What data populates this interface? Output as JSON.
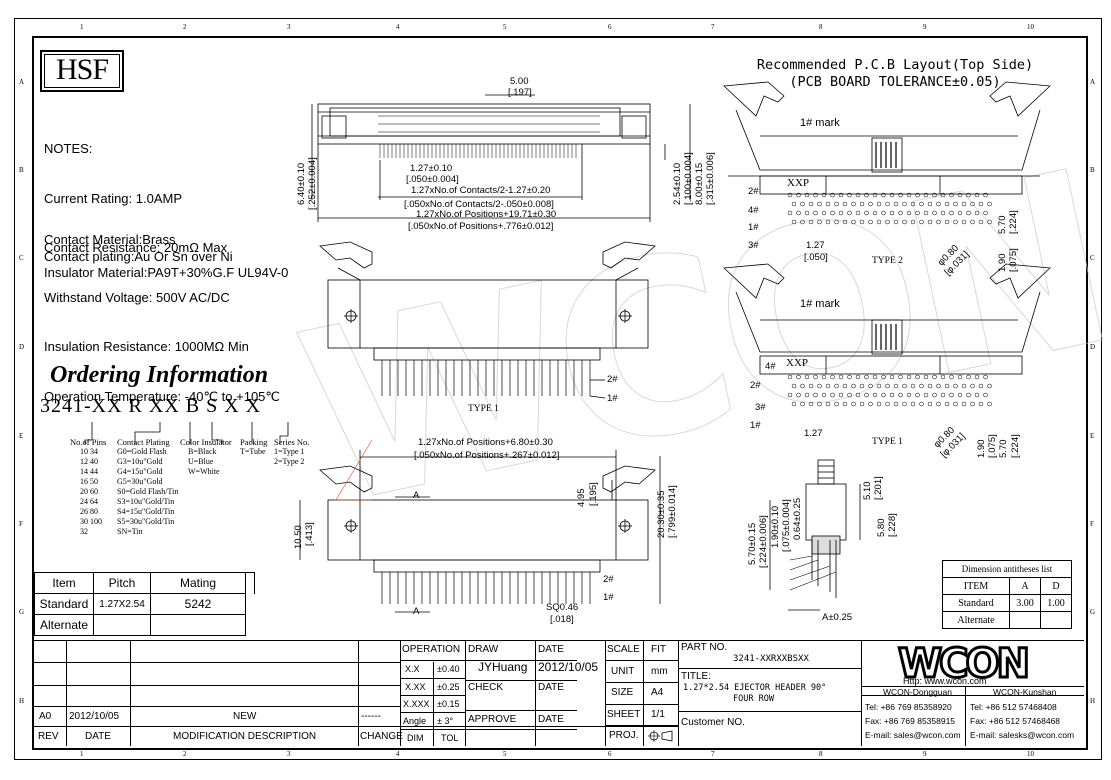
{
  "ruler_numbers": [
    "1",
    "2",
    "3",
    "4",
    "5",
    "6",
    "7",
    "8",
    "9",
    "10"
  ],
  "ruler_letters": [
    "A",
    "B",
    "C",
    "D",
    "E",
    "F",
    "G",
    "H"
  ],
  "logo_text": "HSF",
  "notes": {
    "heading": "NOTES:",
    "lines": [
      "Current Rating: 1.0AMP",
      "Contact Resistance: 20mΩ Max",
      "Withstand Voltage: 500V AC/DC",
      "Insulation Resistance: 1000MΩ Min",
      "Operation Temperature: -40℃ to +105℃"
    ]
  },
  "material": [
    "Contact Material:Brass",
    "Contact plating:Au Or Sn over Ni",
    "Insulator Material:PA9T+30%G.F UL94V-0"
  ],
  "ordering": {
    "title": "Ordering Information",
    "code": "3241-XX R XX B S X X",
    "no_of_pins": {
      "header": "No.of Pins",
      "values": [
        "10  34",
        "12  40",
        "14  44",
        "16  50",
        "20  60",
        "24  64",
        "26  80",
        "30 100",
        "32"
      ]
    },
    "contact_plating": {
      "header": "Contact Plating",
      "values": [
        "G0=Gold Flash",
        "G3=10u\"Gold",
        "G4=15u\"Gold",
        "G5=30u\"Gold",
        "S0=Gold Flash/Tin",
        "S3=10u\"Gold/Tin",
        "S4=15u\"Gold/Tin",
        "S5=30u\"Gold/Tin",
        "SN=Tin"
      ]
    },
    "color_insulator": {
      "header": "Color Insulator",
      "values": [
        "B=Black",
        "U=Blue",
        "W=White"
      ]
    },
    "packing": {
      "header": "Packing",
      "values": [
        "T=Tube"
      ]
    },
    "series": {
      "header": "Series No.",
      "values": [
        "1=Type 1",
        "2=Type 2"
      ]
    }
  },
  "pitch_table": {
    "headers": [
      "Item",
      "Pitch",
      "Mating"
    ],
    "rows": [
      [
        "Standard",
        "1.27X2.54",
        "5242"
      ],
      [
        "Alternate",
        "",
        ""
      ]
    ]
  },
  "dimensions": {
    "d1": "5.00",
    "d1b": "[.197]",
    "d2": "1.27±0.10",
    "d2b": "[.050±0.004]",
    "d3": "1.27xNo.of Contacts/2-1.27±0.20",
    "d3b": "[.050xNo.of Contacts/2-.050±0.008]",
    "d4": "1.27xNo.of Positions+19.71±0.30",
    "d4b": "[.050xNo.of Positions+.776±0.012]",
    "d5": "6.40±0.10",
    "d5b": "[.252±0.004]",
    "d6": "2.54±0.10",
    "d6b": "[.100±0.004]",
    "d7": "8.00±0.15",
    "d7b": "[.315±0.006]",
    "d8": "1.27xNo.of Positions+6.80±0.30",
    "d8b": "[.050xNo.of Positions+.267±0.012]",
    "d9": "4.95",
    "d9b": "[.195]",
    "d10": "20.30±0.35",
    "d10b": "[.799±0.014]",
    "d11": "10.50",
    "d11b": "[.413]",
    "d12": "SQ0.46",
    "d12b": "[.018]",
    "type1": "TYPE 1",
    "type2": "TYPE 2",
    "pin2": "2#",
    "pin1": "1#",
    "secA": "A"
  },
  "pcb": {
    "title": "Recommended P.C.B Layout(Top Side)",
    "subtitle": "(PCB BOARD TOLERANCE±0.05)",
    "mark": "1# mark",
    "xxp": "XXP",
    "p2": "2#",
    "p4": "4#",
    "p1": "1#",
    "p3": "3#",
    "d127": "1.27",
    "d127b": "[.050]",
    "d570": "5.70",
    "d570b": "[.224]",
    "d080": "φ0.80",
    "d080b": "[φ.031]",
    "d190": "1.90",
    "d190b": "[.075]",
    "type1": "TYPE 1",
    "type2": "TYPE 2"
  },
  "side": {
    "d1": "5.10",
    "d1b": "[.201]",
    "d2": "5.80",
    "d2b": "[.228]",
    "d3": "5.70±0.15",
    "d3b": "[.224±0.006]",
    "d4": "1.90±0.10",
    "d4b": "[.075±0.004]",
    "d5": "0.64±0.25",
    "d6": "A±0.25"
  },
  "dal": {
    "title": "Dimension antitheses list",
    "headers": [
      "ITEM",
      "A",
      "D"
    ],
    "rows": [
      [
        "Standard",
        "3.00",
        "1.00"
      ],
      [
        "Alternate",
        "",
        ""
      ]
    ]
  },
  "title_block": {
    "rev_row": {
      "rev": "A0",
      "date": "2012/10/05",
      "desc": "NEW",
      "change": "------"
    },
    "labels": {
      "rev": "REV",
      "date": "DATE",
      "desc": "MODIFICATION DESCRIPTION",
      "change": "CHANGE"
    },
    "operation": "OPERATION",
    "tol_rows": [
      [
        "X.X",
        "±0.40"
      ],
      [
        "X.XX",
        "±0.25"
      ],
      [
        "X.XXX",
        "±0.15"
      ],
      [
        "Angle",
        "± 3°"
      ]
    ],
    "tol_footer": [
      "DIM",
      "TOL"
    ],
    "draw_label": "DRAW",
    "draw_name": "JYHuang",
    "check_label": "CHECK",
    "approve_label": "APPROVE",
    "date_label": "DATE",
    "draw_date": "2012/10/05",
    "scale_label": "SCALE",
    "scale_val": "FIT",
    "unit_label": "UNIT",
    "unit_val": "mm",
    "size_label": "SIZE",
    "size_val": "A4",
    "sheet_label": "SHEET",
    "sheet_val": "1/1",
    "proj_label": "PROJ.",
    "part_label": "PART NO.",
    "part_no": "3241-XXRXXBSXX",
    "title_label": "TITLE:",
    "title_line1": "1.27*2.54 EJECTOR HEADER 90°",
    "title_line2": "FOUR ROW",
    "customer_label": "Customer NO.",
    "company": {
      "logo": "WCON",
      "http": "Http:  www.wcon.com",
      "dg": "WCON-Dongguan",
      "ks": "WCON-Kunshan",
      "dg_tel": "Tel: +86 769 85358920",
      "ks_tel": "Tel: +86 512 57468408",
      "dg_fax": "Fax: +86 769 85358915",
      "ks_fax": "Fax: +86 512 57468468",
      "dg_mail": "E-mail: sales@wcon.com",
      "ks_mail": "E-mail: salesks@wcon.com"
    }
  }
}
